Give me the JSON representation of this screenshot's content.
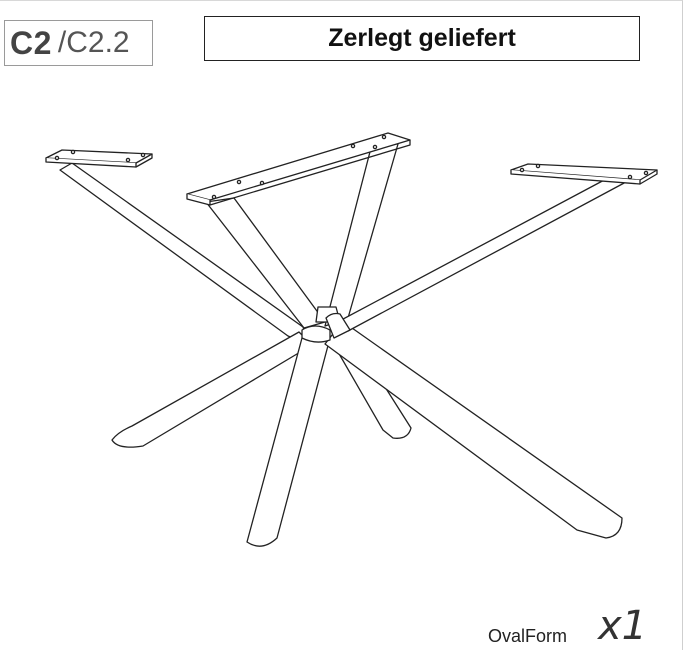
{
  "header": {
    "section_code": "C2",
    "section_subcode": "/C2.2",
    "title": "Zerlegt geliefert"
  },
  "footer": {
    "model_name": "OvalForm",
    "quantity": "x1"
  },
  "illustration": {
    "subject": "x-shaped-table-leg-frame"
  }
}
